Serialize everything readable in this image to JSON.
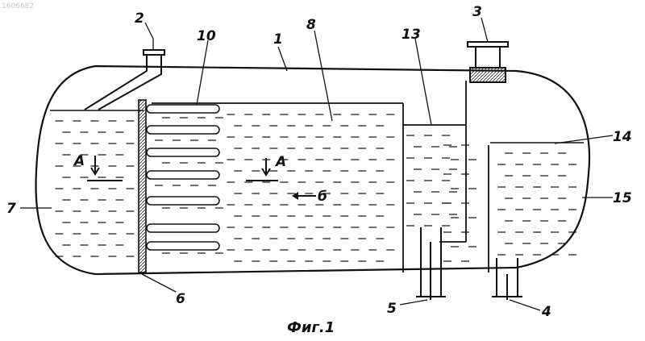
{
  "watermark": "1606682",
  "caption": "Фиг.1",
  "labels": {
    "n1": "1",
    "n2": "2",
    "n3": "3",
    "n4": "4",
    "n5": "5",
    "n6": "6",
    "n7": "7",
    "n8": "8",
    "n10": "10",
    "n13": "13",
    "n14": "14",
    "n15": "15",
    "section_left": "A",
    "section_right": "A",
    "flow": "б"
  }
}
